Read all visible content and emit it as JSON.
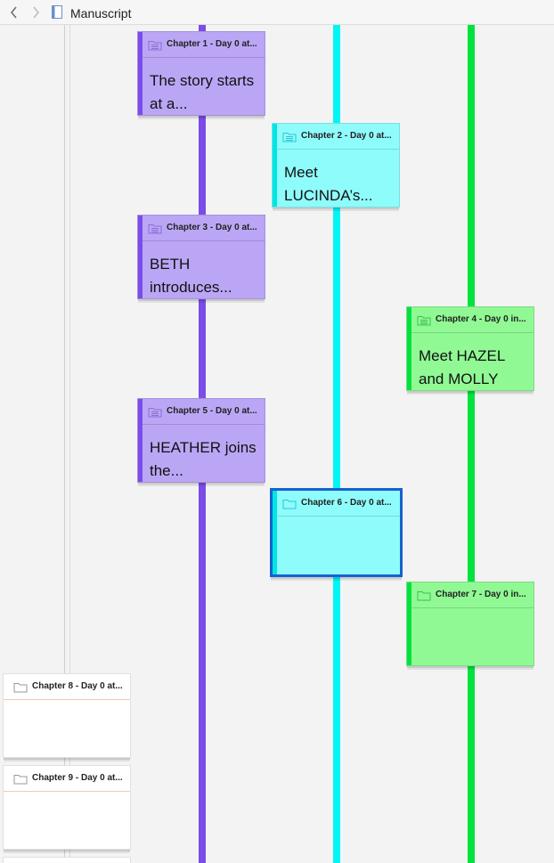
{
  "window": {
    "title": "Manuscript"
  },
  "toolbar": {
    "back_icon": "chevron-left-icon",
    "forward_icon": "chevron-right-icon",
    "doc_icon": "document-icon"
  },
  "colors": {
    "purple": "#7b4ce8",
    "cyan": "#00f5f5",
    "green": "#00e23d",
    "purple_card": "#bba6f5",
    "cyan_card": "#8ffcfc",
    "green_card": "#90f994",
    "selection": "#1761d0"
  },
  "chapters": [
    {
      "title": "Chapter 1 - Day 0 at...",
      "synopsis": "The story starts at a..."
    },
    {
      "title": "Chapter 2 - Day 0 at...",
      "synopsis": "Meet LUCINDA’s..."
    },
    {
      "title": "Chapter 3 - Day 0 at...",
      "synopsis": "BETH introduces..."
    },
    {
      "title": "Chapter 4 - Day 0 in...",
      "synopsis": "Meet HAZEL and MOLLY"
    },
    {
      "title": "Chapter 5 - Day 0 at...",
      "synopsis": "HEATHER joins the..."
    },
    {
      "title": "Chapter 6 - Day 0 at...",
      "synopsis": ""
    },
    {
      "title": "Chapter 7 - Day 0 in...",
      "synopsis": ""
    },
    {
      "title": "Chapter 8 - Day 0 at...",
      "synopsis": ""
    },
    {
      "title": "Chapter 9 - Day 0 at...",
      "synopsis": ""
    }
  ]
}
